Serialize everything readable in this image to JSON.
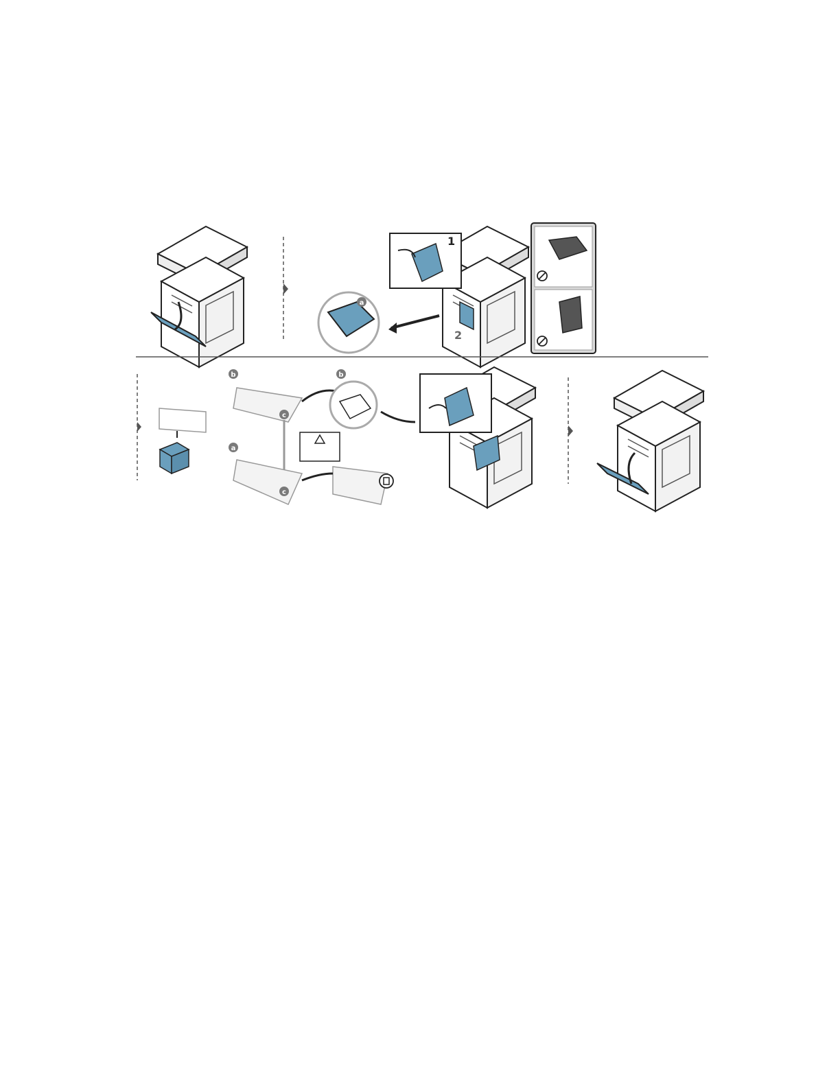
{
  "colors": {
    "accent_blue": "#6a9fbd",
    "line_dark": "#222222",
    "panel_gray": "#d9d9d9",
    "badge_gray": "#7a7a7a",
    "divider": "#555555"
  },
  "icons": {
    "arrow_right": "chevron-right-icon",
    "prohibited": "prohibited-icon",
    "trash": "trash-icon",
    "warning": "warning-icon"
  },
  "labels": {
    "step_1": "1",
    "step_2": "2",
    "badge_a": "a",
    "badge_b": "b",
    "badge_c": "c"
  }
}
